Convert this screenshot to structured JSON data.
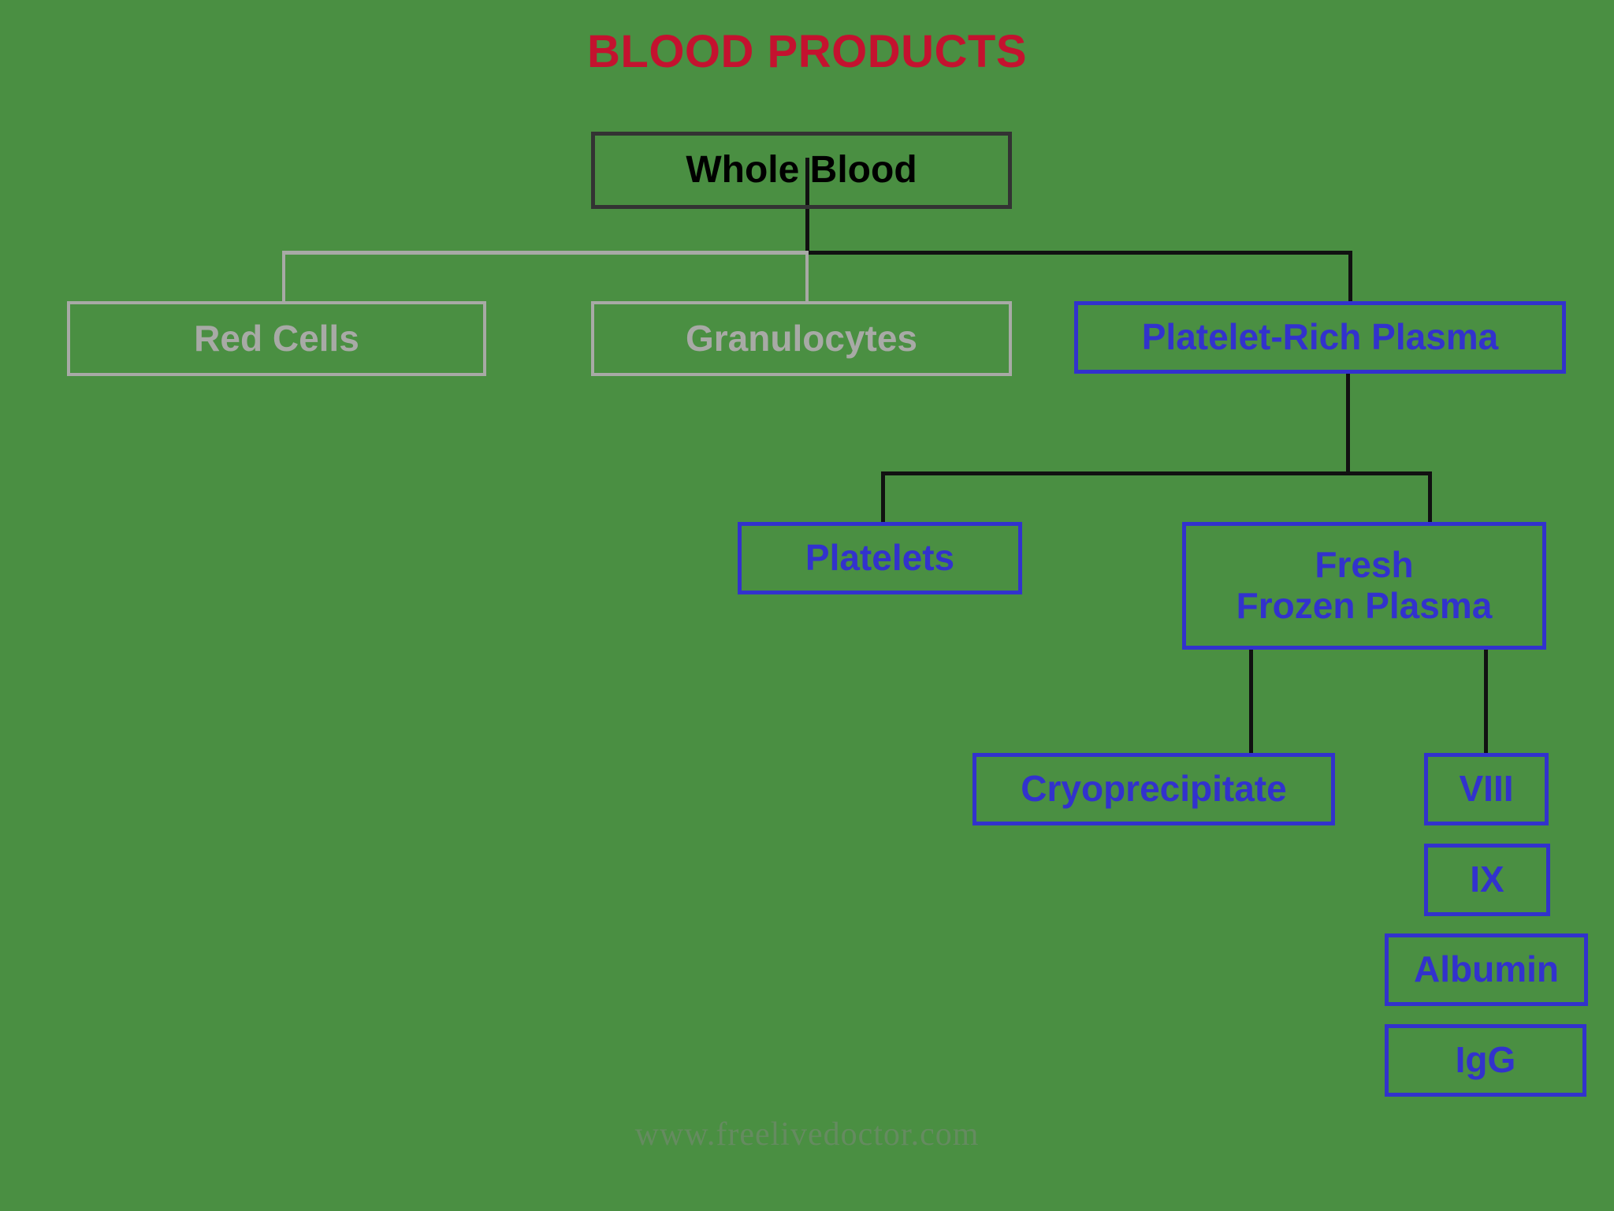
{
  "page": {
    "title": "BLOOD PRODUCTS",
    "background_color": "#4a8f42",
    "title_color": "#c4122f",
    "watermark": "www.freelivedoctor.com"
  },
  "colors": {
    "background": "#4a8f42",
    "title_red": "#c4122f",
    "node_dark": "#333333",
    "node_faded": "#a8aaa6",
    "node_blue": "#3232cd",
    "connector_dark": "#111111",
    "connector_gray": "#a8aaa6",
    "watermark": "#6f8a6a"
  },
  "diagram": {
    "root": {
      "label": "Whole Blood"
    },
    "level1": [
      {
        "label": "Red Cells"
      },
      {
        "label": "Granulocytes"
      },
      {
        "label": "Platelet-Rich Plasma"
      }
    ],
    "level2": [
      {
        "label": "Platelets"
      },
      {
        "label": "Fresh\nFrozen Plasma",
        "line1": "Fresh",
        "line2": "Frozen Plasma"
      }
    ],
    "level3": [
      {
        "label": "Cryoprecipitate"
      },
      {
        "label": "VIII"
      }
    ],
    "level4": [
      {
        "label": "IX"
      },
      {
        "label": "Albumin"
      },
      {
        "label": "IgG"
      }
    ]
  }
}
